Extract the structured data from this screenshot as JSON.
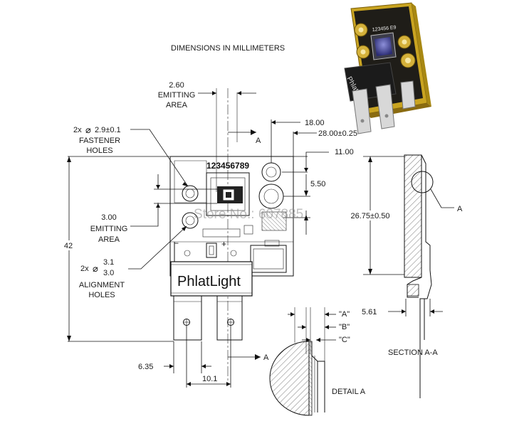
{
  "title": "DIMENSIONS IN MILLIMETERS",
  "serial": "123456789",
  "brand": "PhlatLight",
  "watermark": "Store No.: 607885",
  "product_serial_3d": "123456 E9",
  "dims": {
    "emit_260": "2.60",
    "emitting": "EMITTING",
    "area": "AREA",
    "fastener_count": "2x",
    "fastener_size": "2.9±0.1",
    "fastener": "FASTENER",
    "holes": "HOLES",
    "emit_300": "3.00",
    "align_count": "2x",
    "align_top": "3.1",
    "align_bottom": "3.0",
    "alignment": "ALIGNMENT",
    "height_42": "42",
    "d_1800": "18.00",
    "d_2800": "28.00±0.25",
    "d_1100": "11.00",
    "d_550": "5.50",
    "d_2675": "26.75±0.50",
    "d_561": "5.61",
    "d_635": "6.35",
    "d_101": "10.1",
    "section_mark_a": "A",
    "minus": "−",
    "plus": "+",
    "ref_a": "\"A\"",
    "ref_b": "\"B\"",
    "ref_c": "\"C\"",
    "section_caption": "SECTION A-A",
    "detail_caption": "DETAIL A"
  }
}
